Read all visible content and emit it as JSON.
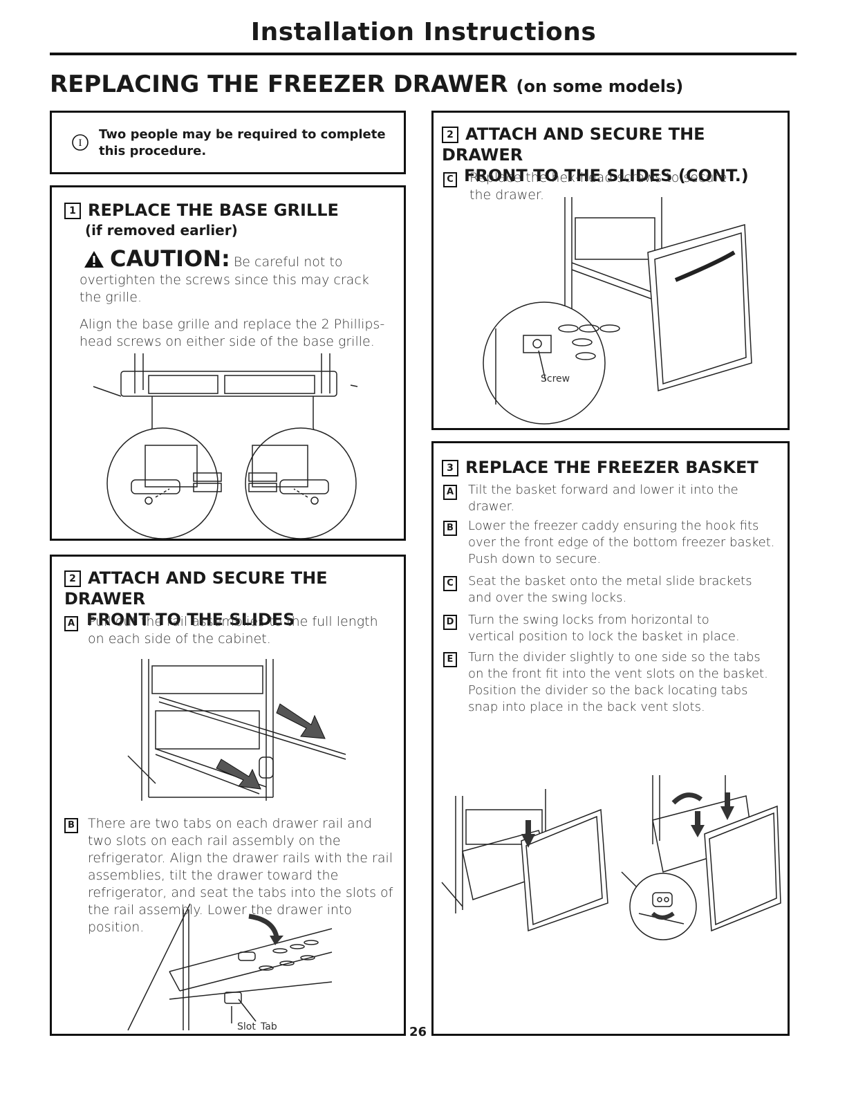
{
  "header": {
    "title": "Installation Instructions"
  },
  "section": {
    "title": "REPLACING THE FREEZER DRAWER",
    "subtitle": "(on some models)"
  },
  "note": {
    "icon_glyph": "I",
    "text": "Two people may be required to complete this procedure."
  },
  "step1": {
    "number": "1",
    "title": "REPLACE THE BASE GRILLE",
    "subtitle": "(if removed earlier)",
    "caution_label": "CAUTION:",
    "caution_text_inline": "Be careful not to",
    "caution_text_rest": "overtighten the screws since this may crack the grille.",
    "instruction": "Align the base grille and replace the 2 Phillips-head screws on either side of the base grille."
  },
  "step2": {
    "number": "2",
    "title_line1": "ATTACH AND SECURE THE DRAWER",
    "title_line2": "FRONT TO THE SLIDES",
    "a_letter": "A",
    "a_text": "Pull out the rail assemblies to the full length on each side of the cabinet.",
    "b_letter": "B",
    "b_text": "There are two tabs on each drawer rail and two slots on each rail assembly on the refrigerator. Align the drawer rails with the rail assemblies, tilt the drawer toward the refrigerator, and seat the tabs into the slots of the rail assembly. Lower the drawer into position.",
    "label_slot": "Slot",
    "label_tab": "Tab"
  },
  "step2cont": {
    "number": "2",
    "title_line1": "ATTACH AND SECURE THE DRAWER",
    "title_line2": "FRONT TO THE SLIDES (CONT.)",
    "c_letter": "C",
    "c_text": "Replace the hex-head screws to secure the drawer.",
    "label_screw": "Screw"
  },
  "step3": {
    "number": "3",
    "title": "REPLACE THE FREEZER BASKET",
    "items": [
      {
        "letter": "A",
        "text": "Tilt the basket forward and lower it into the drawer."
      },
      {
        "letter": "B",
        "text": "Lower the freezer caddy ensuring the hook fits over the front edge of the bottom freezer basket. Push down to secure."
      },
      {
        "letter": "C",
        "text": "Seat the basket onto the metal slide brackets and over the swing locks."
      },
      {
        "letter": "D",
        "text": "Turn the swing locks from horizontal to vertical position to lock the basket in place."
      },
      {
        "letter": "E",
        "text": "Turn the divider slightly to one side so the tabs on the front fit into the vent slots on the basket. Position the divider so the back locating tabs snap into place in the back vent slots."
      }
    ]
  },
  "page": {
    "number": "26"
  }
}
